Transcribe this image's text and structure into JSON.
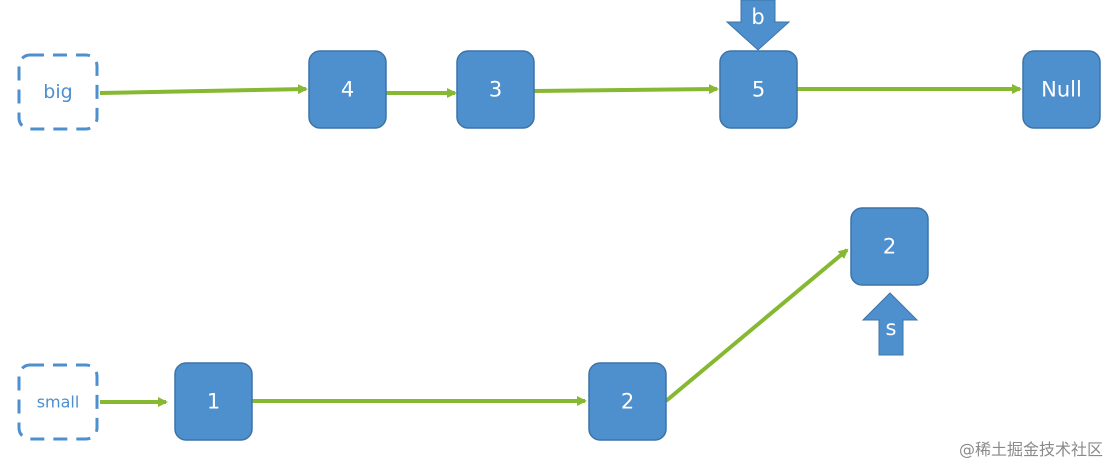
{
  "colors": {
    "node_fill": "#4e8fcd",
    "node_border": "#3d74a8",
    "arrow": "#86b832",
    "head_border": "#4e8fcd",
    "watermark": "#8a8a8a"
  },
  "big_list": {
    "head_label": "big",
    "nodes": [
      "4",
      "3",
      "5",
      "Null"
    ],
    "pointer_label": "b"
  },
  "small_list": {
    "head_label": "small",
    "nodes": [
      "1",
      "2",
      "2"
    ],
    "pointer_label": "s"
  },
  "watermark": "@稀土掘金技术社区"
}
